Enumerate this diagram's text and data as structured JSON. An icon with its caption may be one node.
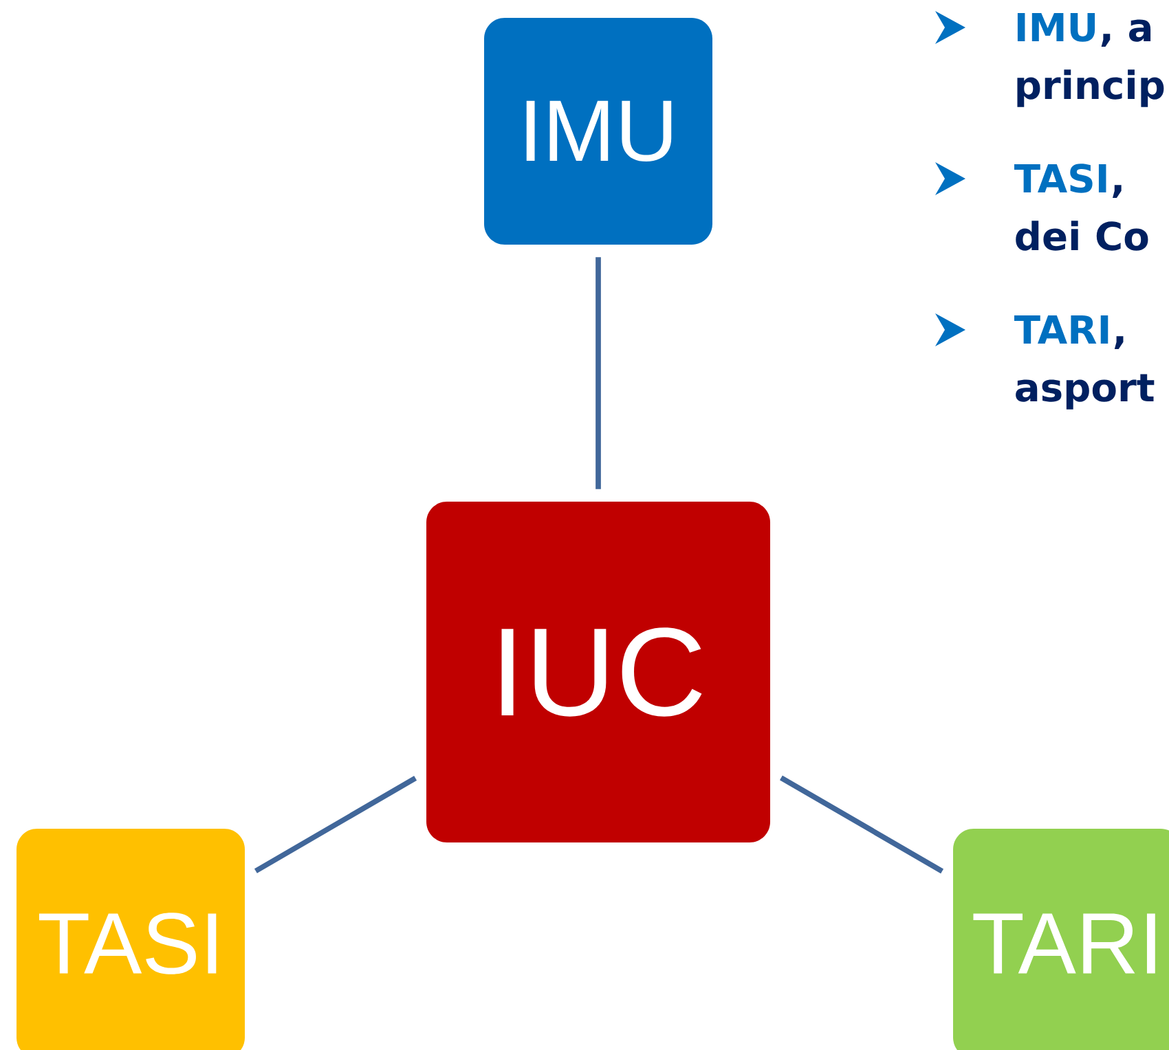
{
  "diagram": {
    "nodes": [
      {
        "text": [
          "IMU"
        ]
      },
      {
        "text": [
          "IUC"
        ]
      },
      {
        "text": [
          "TASI"
        ]
      },
      {
        "text": [
          "TARI"
        ]
      }
    ],
    "edges": [
      {
        "from": 0,
        "to": 1,
        "arrow": "none"
      },
      {
        "from": 1,
        "to": 2,
        "arrow": "none"
      },
      {
        "from": 1,
        "to": 3,
        "arrow": "none"
      }
    ],
    "labels": [
      "IMU",
      ", a",
      "princip",
      "TASI",
      ",",
      "dei Co",
      "TARI",
      ",",
      "asport"
    ]
  }
}
